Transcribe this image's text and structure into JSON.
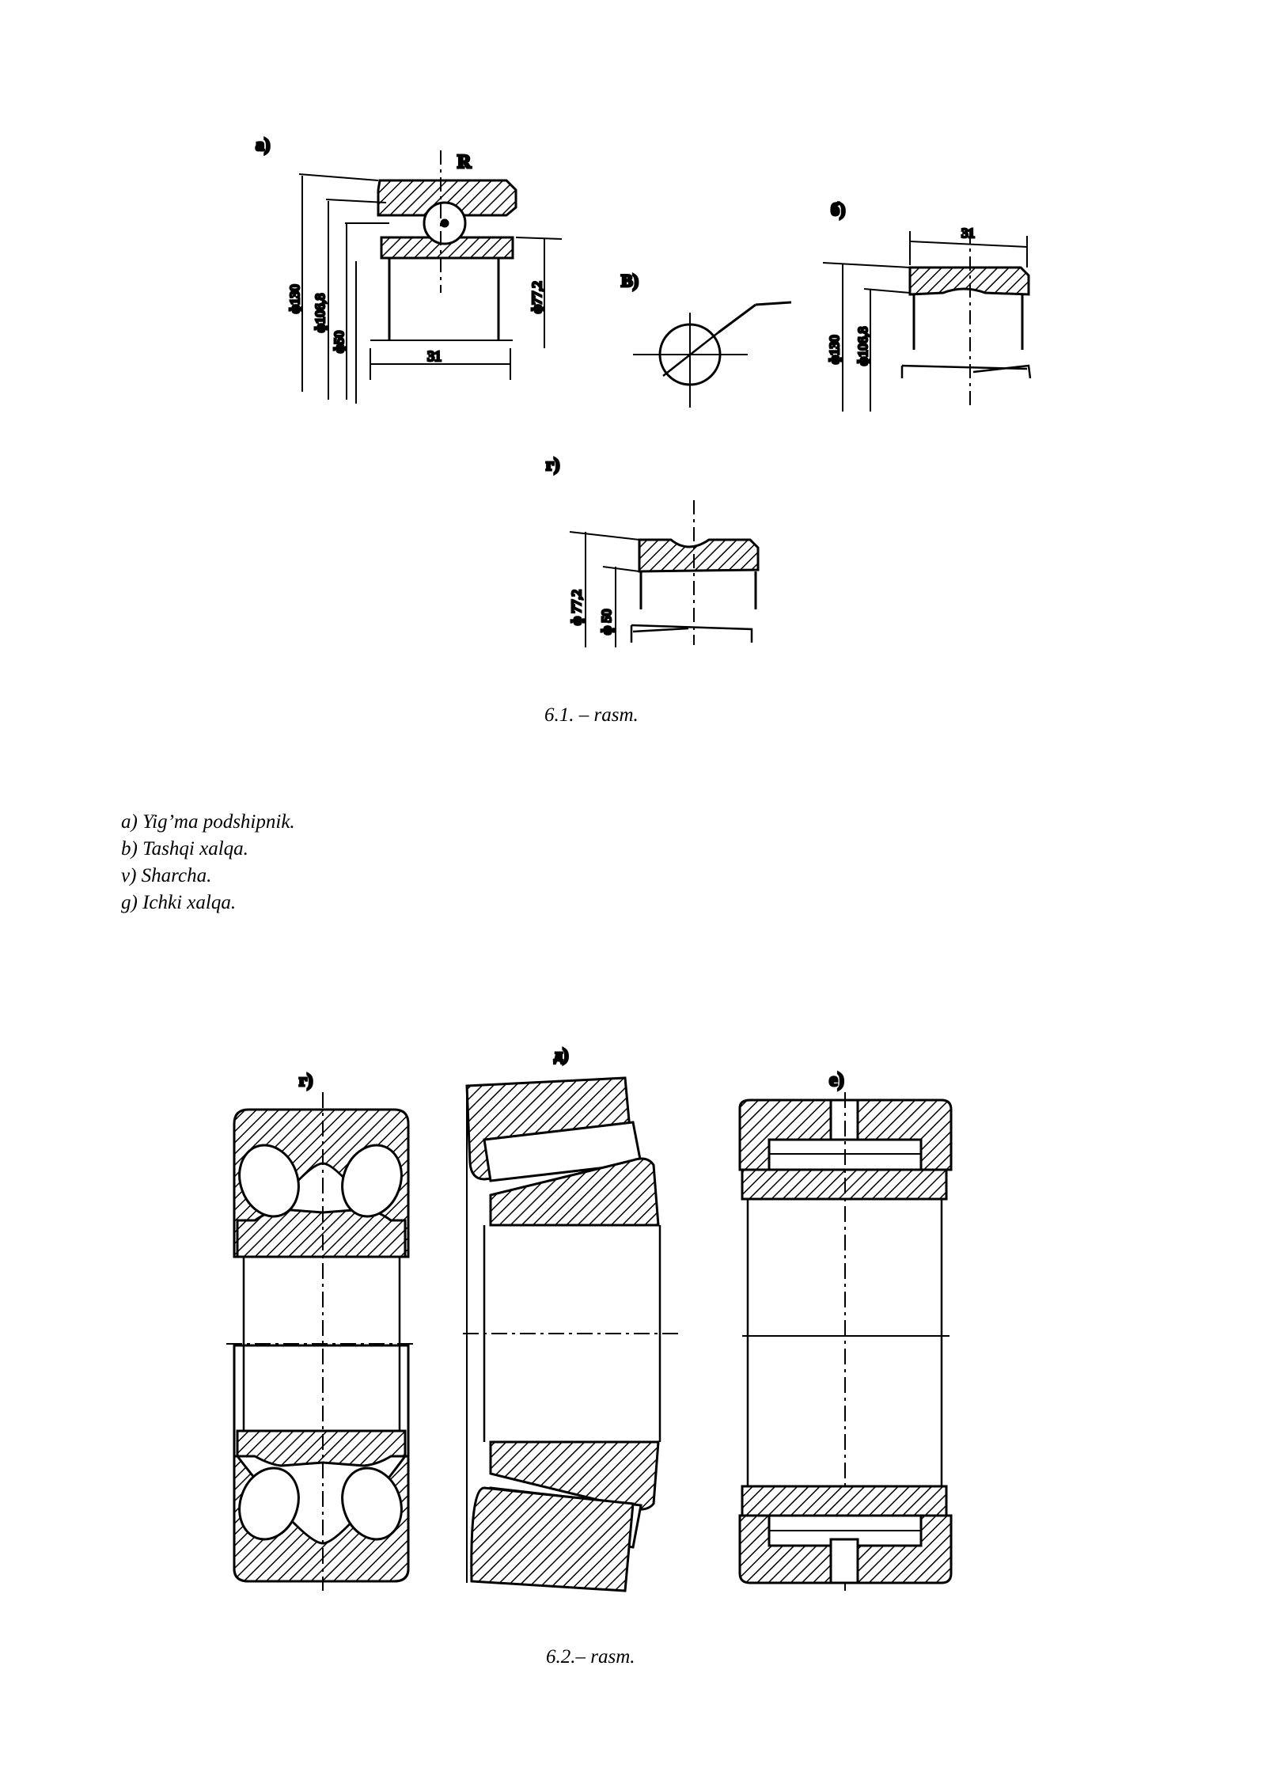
{
  "figure1": {
    "labels": {
      "a": "а)",
      "b": "б)",
      "v": "В)",
      "g": "г)",
      "R": "R"
    },
    "dims": {
      "d130": "ф130",
      "d106": "ф106,8",
      "d50": "ф50",
      "d772": "ф77,2",
      "w31": "31",
      "bw31": "31",
      "bd130": "ф130",
      "bd106": "ф106,8",
      "gd772": "ф 77,2",
      "gd50": "ф 50"
    },
    "caption": "6.1. – rasm."
  },
  "legend": [
    "a) Yig’ma podshipnik.",
    "b) Tashqi xalqa.",
    "v) Sharcha.",
    "g) Ichki xalqa."
  ],
  "figure2": {
    "labels": {
      "g": "г)",
      "d": "д)",
      "e": "е)"
    },
    "caption": "6.2.– rasm."
  }
}
